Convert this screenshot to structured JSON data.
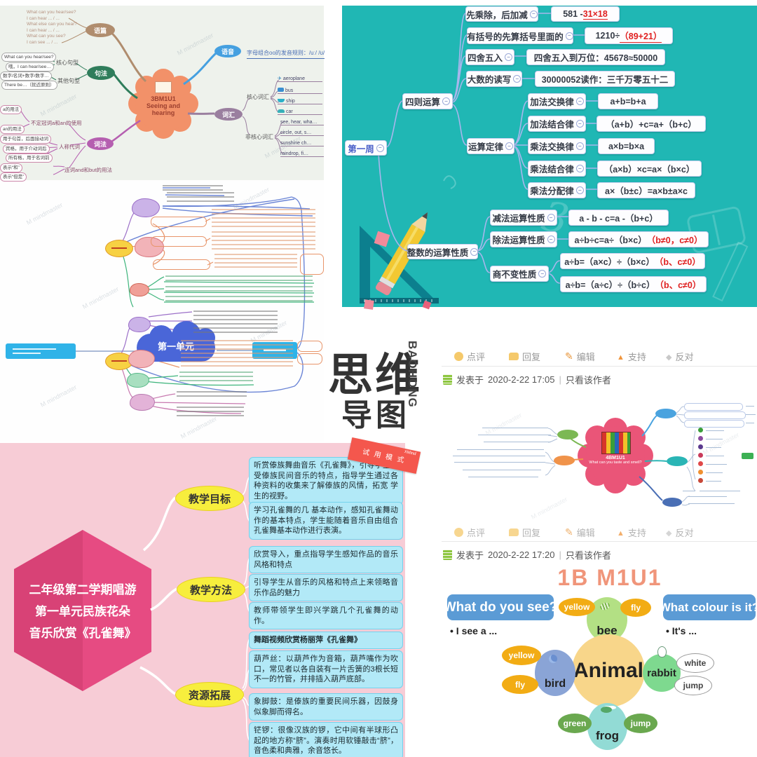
{
  "watermark": "M mindmaster",
  "center_logo": {
    "line1": "思维",
    "line2": "导图",
    "vertical": "BAOHONG"
  },
  "english_map": {
    "center": {
      "line1": "3BM1U1",
      "line2": "Seeing and hearing"
    },
    "passage": {
      "label": "语篇",
      "lines": [
        "What can you hear/see?",
        "I can hear ... / ...",
        "What else can you hear?",
        "I can hear ... / ...",
        "What can you see?",
        "I can see ... / ..."
      ]
    },
    "syntax": {
      "label": "句法",
      "core_label": "核心句型",
      "other_label": "其他句型",
      "boxes": [
        "What can you hear/see?",
        "哦，I can hear/see…",
        "数字/名词+数字/数字…",
        "There be…（就近原则）"
      ]
    },
    "morphology": {
      "label": "词法",
      "branches": [
        "不定冠词a和an的使用",
        "人称代词",
        "连词and和but的用法"
      ],
      "boxes": [
        "a的用法",
        "an的用法",
        "用于句首，后面接动词",
        "宾格，用于介动词后",
        "所有格，用于名词前",
        "表示“和”",
        "表示“但是”"
      ]
    },
    "phonics": {
      "label": "语音",
      "text": "字母组合oo的发音规则：/uː/ /ʊ/"
    },
    "vocab": {
      "label": "词汇",
      "core_label": "核心词汇",
      "core": [
        "aeroplane",
        "bus",
        "ship",
        "car"
      ],
      "noncore_label": "非核心词汇",
      "noncore": [
        "see, hear, wha…",
        "circle, out, s…",
        "sunshine ch…",
        "raindrop, fi…"
      ]
    }
  },
  "chinese_map": {
    "unit": "第一单元"
  },
  "math_map": {
    "root": "第一周",
    "branch1": "四则运算",
    "rule_rows": [
      {
        "label": "先乘除，后加减",
        "formula": "581 - ",
        "red": "31×18"
      },
      {
        "label": "有括号的先算括号里面的",
        "formula": "1210÷",
        "red": "（89+21）"
      },
      {
        "label": "四舍五入",
        "formula": "四舍五入到万位：45678≈50000"
      },
      {
        "label": "大数的读写",
        "formula": "30000052读作：三千万零五十二"
      }
    ],
    "laws_label": "运算定律",
    "law_rows": [
      {
        "label": "加法交换律",
        "formula": "a+b=b+a"
      },
      {
        "label": "加法结合律",
        "formula": "（a+b）+c=a+（b+c）"
      },
      {
        "label": "乘法交换律",
        "formula": "a×b=b×a"
      },
      {
        "label": "乘法结合律",
        "formula": "（a×b）×c=a×（b×c）"
      },
      {
        "label": "乘法分配律",
        "formula": "a×（b±c）=a×b±a×c"
      }
    ],
    "props_label": "整数的运算性质",
    "prop_rows": [
      {
        "label": "减法运算性质",
        "formula": "a - b - c=a -（b+c）"
      },
      {
        "label": "除法运算性质",
        "formula": "a÷b÷c=a÷（b×c）",
        "red": "（b≠0，c≠0）"
      }
    ],
    "quotient_label": "商不变性质",
    "quotient_rows": [
      {
        "formula": "a÷b=（a×c）÷（b×c）",
        "red": "（b、c≠0）"
      },
      {
        "formula": "a÷b=（a÷c）÷（b÷c）",
        "red": "（b、c≠0）"
      }
    ]
  },
  "forum": {
    "toolbar": [
      "点评",
      "回复",
      "编辑",
      "支持",
      "反对"
    ],
    "post1": {
      "prefix": "发表于",
      "time": "2020-2-22 17:05",
      "sep": "|",
      "only": "只看该作者"
    },
    "post2": {
      "prefix": "发表于",
      "time": "2020-2-22 17:20",
      "sep": "|",
      "only": "只看该作者"
    },
    "mini_map_center": {
      "line1": "4BM1U1",
      "line2": "What can you taste and smell?"
    }
  },
  "music_map": {
    "trial_brand": "XMind",
    "trial_badge": "试 用 模 式",
    "center_lines": [
      "二年级第二学期唱游",
      "第一单元民族花朵",
      "音乐欣赏《孔雀舞》"
    ],
    "goal_label": "教学目标",
    "goal_items": [
      "听赏傣族舞曲音乐《孔雀舞》，引导学生感受傣族民间音乐的特点，指导学生通过各种资料的收集来了解傣族的风情，拓宽 学生的视野。",
      "学习孔雀舞的几 基本动作，感知孔雀舞动作的基本特点，学生能随着音乐自由组合孔雀舞基本动作进行表演。"
    ],
    "method_label": "教学方法",
    "method_items": [
      "欣赏导入，重点指导学生感知作品的音乐风格和特点",
      "引导学生从音乐的风格和特点上来领略音乐作品的魅力",
      "教师带领学生即兴学跳几个孔雀舞的动作。"
    ],
    "res_label": "资源拓展",
    "res_items": [
      "舞蹈视频欣赏杨丽萍《孔雀舞》",
      "葫芦丝：以葫芦作为音箱，葫芦嘴作为吹口，常见者以各自装有一片舌簧的3根长短不一的竹管，并排插入葫芦底部。",
      "象脚鼓：是傣族的重要民间乐器，因鼓身似象脚而得名。",
      "铓锣：很像汉族的锣，它中间有半球形凸起的地方称“脐”。演奏时用软锤敲击“脐”，音色柔和典雅，余音悠长。"
    ]
  },
  "animal_map": {
    "title": "1B M1U1",
    "left_q": "What do you see?",
    "left_a": "• I see a ...",
    "right_q": "What colour is it?",
    "right_a": "• It's ...",
    "center": "Animal",
    "bee": {
      "name": "bee",
      "w1": "yellow",
      "w2": "fly"
    },
    "bird": {
      "name": "bird",
      "w1": "yellow",
      "w2": "fly"
    },
    "rabbit": {
      "name": "rabbit",
      "w1": "white",
      "w2": "jump"
    },
    "frog": {
      "name": "frog",
      "w1": "green",
      "w2": "jump"
    }
  }
}
